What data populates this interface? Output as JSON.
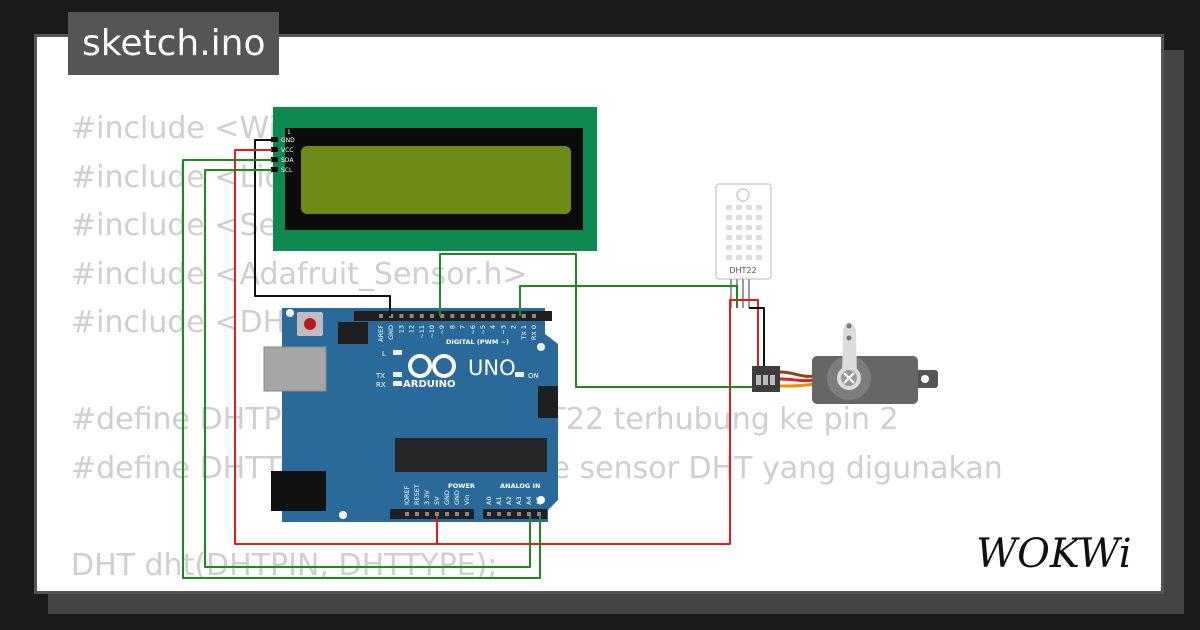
{
  "file_tab": {
    "title": "sketch.ino"
  },
  "code_lines": [
    "#include <Wire.h>",
    "#include <LiquidCrystal_I2C.h>",
    "#include <Servo.h>",
    "#include <Adafruit_Sensor.h>",
    "#include <DHT.h>",
    "",
    "#define DHTPIN 2        // Pin DHT22 terhubung ke pin 2",
    "#define DHTTYPE DHT22   // Tipe sensor DHT yang digunakan",
    "",
    "DHT dht(DHTPIN, DHTTYPE);"
  ],
  "lcd": {
    "pins": [
      "GND",
      "VCC",
      "SDA",
      "SCL"
    ],
    "pin_one": "1"
  },
  "dht": {
    "label": "DHT22"
  },
  "arduino": {
    "model": "UNO",
    "brand": "ARDUINO",
    "digital_label": "DIGITAL (PWM ~)",
    "power_label": "POWER",
    "analog_label": "ANALOG IN",
    "led_l": "L",
    "led_tx": "TX",
    "led_rx": "RX",
    "led_on": "ON",
    "digital_pins": [
      "AREF",
      "GND",
      "13",
      "12",
      "~11",
      "~10",
      "~9",
      "8",
      "7",
      "~6",
      "~5",
      "4",
      "~3",
      "2",
      "TX 1",
      "RX 0"
    ],
    "power_pins": [
      "IOREF",
      "RESET",
      "3.3V",
      "5V",
      "GND",
      "GND",
      "Vin"
    ],
    "analog_pins": [
      "A0",
      "A1",
      "A2",
      "A3",
      "A4",
      "A5"
    ]
  },
  "logo": {
    "text": "WOKWi"
  },
  "colors": {
    "wire_black": "#111111",
    "wire_red": "#dd1e1e",
    "wire_green": "#1d8a1d",
    "board_blue": "#2a6a9a",
    "lcd_green": "#0e8a50",
    "lcd_screen": "#6e8a16"
  }
}
